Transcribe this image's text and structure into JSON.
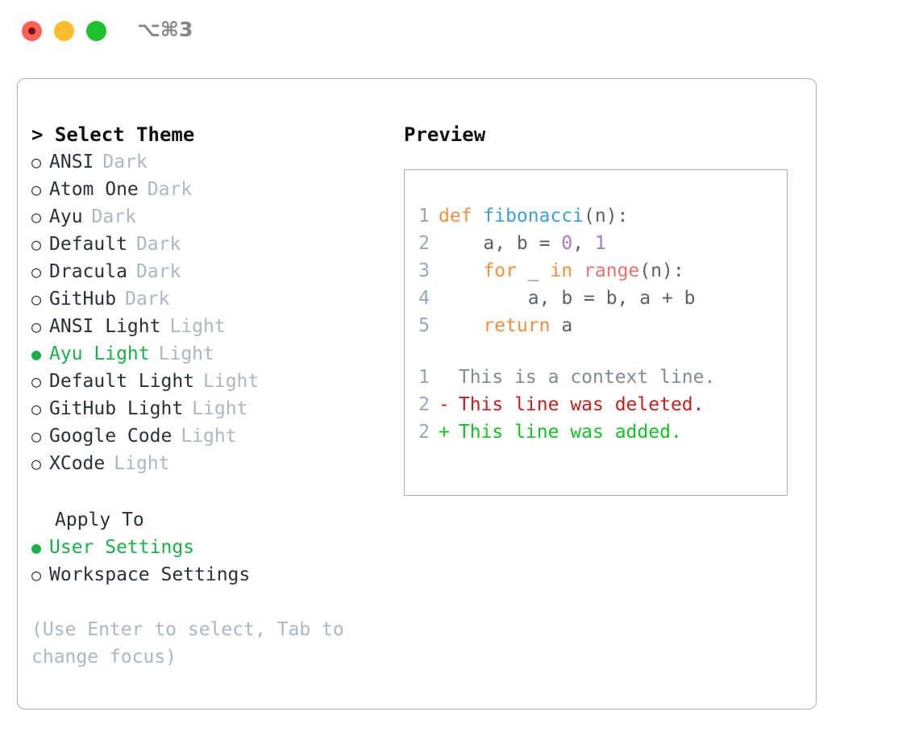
{
  "window": {
    "shortcut": "⌥⌘3",
    "traffic_lights": [
      "close-red",
      "minimize-yellow",
      "zoom-green"
    ],
    "border_color": "#a7b0be"
  },
  "colors": {
    "accent_green": "#1cb04a",
    "muted": "#aeb6c2",
    "text": "#2b2f36",
    "keyword": "#fa8d3e",
    "function": "#3b9ee5",
    "number": "#a37acc",
    "builtin": "#f07171",
    "diff_added": "#12c424",
    "diff_deleted": "#c81e1e",
    "linenumber": "#9ba6b5"
  },
  "theme_section": {
    "title": "> Select Theme",
    "bullet_selected": "●",
    "bullet_unselected": "○",
    "items": [
      {
        "name": "ANSI",
        "variant": "Dark",
        "selected": false
      },
      {
        "name": "Atom One",
        "variant": "Dark",
        "selected": false
      },
      {
        "name": "Ayu",
        "variant": "Dark",
        "selected": false
      },
      {
        "name": "Default",
        "variant": "Dark",
        "selected": false
      },
      {
        "name": "Dracula",
        "variant": "Dark",
        "selected": false
      },
      {
        "name": "GitHub",
        "variant": "Dark",
        "selected": false
      },
      {
        "name": "ANSI Light",
        "variant": "Light",
        "selected": false
      },
      {
        "name": "Ayu Light",
        "variant": "Light",
        "selected": true
      },
      {
        "name": "Default Light",
        "variant": "Light",
        "selected": false
      },
      {
        "name": "GitHub Light",
        "variant": "Light",
        "selected": false
      },
      {
        "name": "Google Code",
        "variant": "Light",
        "selected": false
      },
      {
        "name": "XCode",
        "variant": "Light",
        "selected": false
      }
    ]
  },
  "apply_to_section": {
    "title": "Apply To",
    "items": [
      {
        "name": "User Settings",
        "selected": true
      },
      {
        "name": "Workspace Settings",
        "selected": false
      }
    ]
  },
  "hint": "(Use Enter to select, Tab to change focus)",
  "preview": {
    "label": "Preview",
    "code_lines": [
      {
        "number": "1",
        "tokens": [
          {
            "text": "def ",
            "type": "keyword"
          },
          {
            "text": "fibonacci",
            "type": "function"
          },
          {
            "text": "(n):",
            "type": "plain"
          }
        ]
      },
      {
        "number": "2",
        "tokens": [
          {
            "text": "    a, b = ",
            "type": "plain"
          },
          {
            "text": "0",
            "type": "number"
          },
          {
            "text": ", ",
            "type": "plain"
          },
          {
            "text": "1",
            "type": "number"
          }
        ]
      },
      {
        "number": "3",
        "tokens": [
          {
            "text": "    ",
            "type": "plain"
          },
          {
            "text": "for",
            "type": "keyword"
          },
          {
            "text": " _ ",
            "type": "plain"
          },
          {
            "text": "in",
            "type": "keyword"
          },
          {
            "text": " ",
            "type": "plain"
          },
          {
            "text": "range",
            "type": "builtin"
          },
          {
            "text": "(n):",
            "type": "plain"
          }
        ]
      },
      {
        "number": "4",
        "tokens": [
          {
            "text": "        a, b = b, a + b",
            "type": "plain"
          }
        ]
      },
      {
        "number": "5",
        "tokens": [
          {
            "text": "    ",
            "type": "plain"
          },
          {
            "text": "return",
            "type": "keyword"
          },
          {
            "text": " a",
            "type": "plain"
          }
        ]
      }
    ],
    "diff_lines": [
      {
        "number": "1",
        "marker": " ",
        "text": "This is a context line.",
        "type": "context"
      },
      {
        "number": "2",
        "marker": "-",
        "text": "This line was deleted.",
        "type": "deleted"
      },
      {
        "number": "2",
        "marker": "+",
        "text": "This line was added.",
        "type": "added"
      }
    ]
  }
}
